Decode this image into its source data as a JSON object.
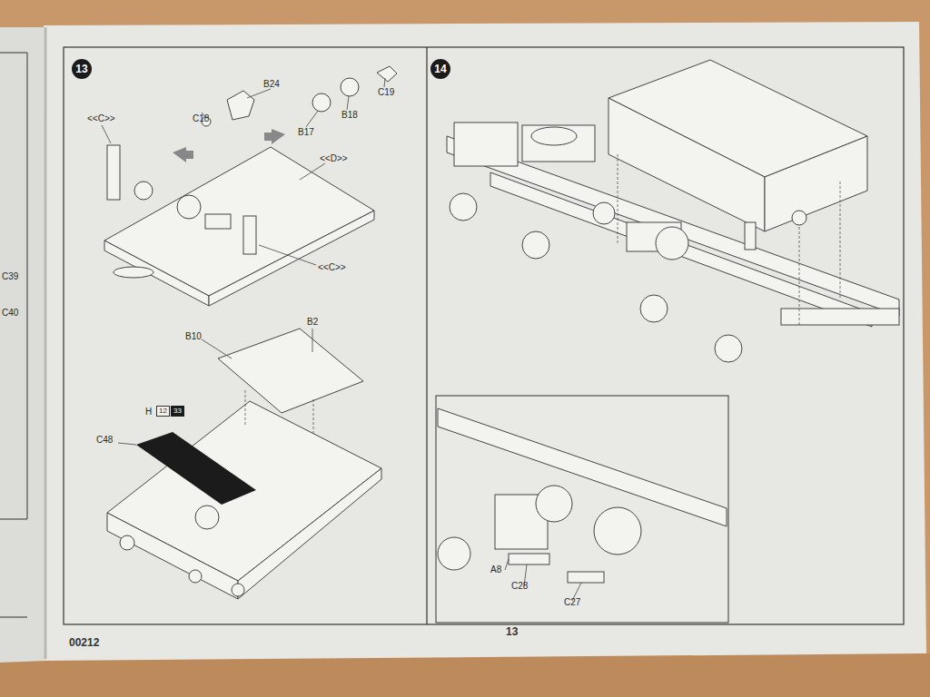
{
  "diagram": {
    "nodes": [
      {
        "text": [
          "13"
        ]
      },
      {
        "text": [
          "14"
        ]
      }
    ],
    "labels": [
      "B24",
      "C18",
      "B17",
      "B18",
      "C19",
      "<<C>>",
      "<<D>>",
      "<<C>>",
      "B10",
      "B2",
      "H",
      "12",
      "33",
      "C48",
      "A8",
      "C28",
      "C27",
      "00212",
      "13",
      "C39",
      "C40"
    ]
  }
}
